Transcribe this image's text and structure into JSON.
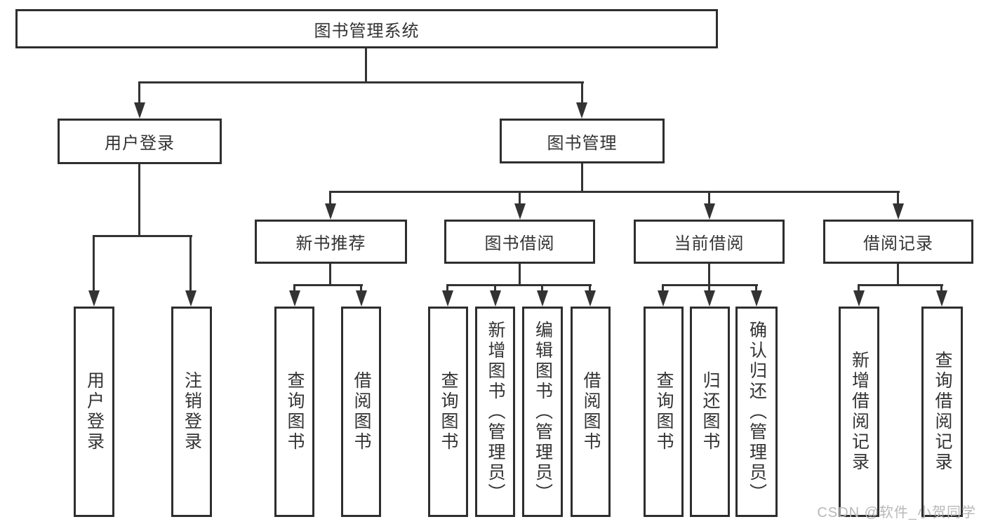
{
  "diagram": {
    "root": {
      "label": "图书管理系统"
    },
    "branches": [
      {
        "label": "用户登录",
        "children": [
          "用户登录",
          "注销登录"
        ]
      },
      {
        "label": "图书管理"
      }
    ],
    "modules": [
      {
        "label": "新书推荐",
        "children": [
          "查询图书",
          "借阅图书"
        ]
      },
      {
        "label": "图书借阅",
        "children": [
          "查询图书",
          "新增图书（管理员）",
          "编辑图书（管理员）",
          "借阅图书"
        ]
      },
      {
        "label": "当前借阅",
        "children": [
          "查询图书",
          "归还图书",
          "确认归还（管理员）"
        ]
      },
      {
        "label": "借阅记录",
        "children": [
          "新增借阅记录",
          "查询借阅记录"
        ]
      }
    ]
  },
  "watermark": "CSDN @软件_小贺同学",
  "colors": {
    "line": "#333333",
    "border": "#2e2e2e",
    "text": "#333333",
    "watermark": "#b8b8b8",
    "background": "#ffffff"
  }
}
